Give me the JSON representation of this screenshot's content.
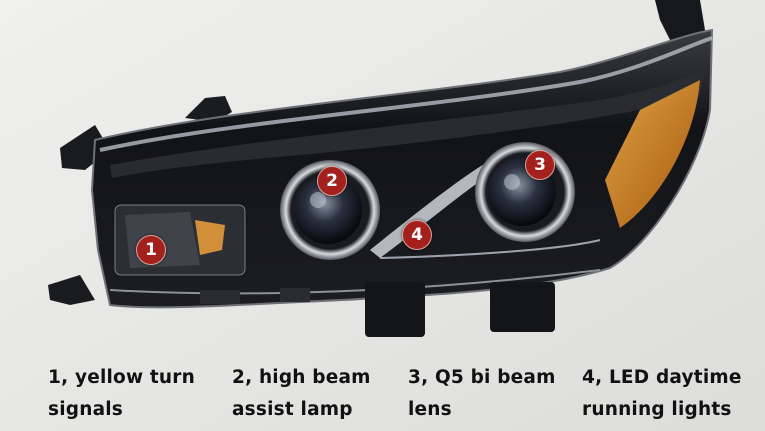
{
  "colors": {
    "background": "#e6e6e4",
    "marker_fill": "#a3201c",
    "caption_text": "#111111",
    "housing": "#0e0f12",
    "amber": "#d98a1a"
  },
  "markers": [
    {
      "label": "1"
    },
    {
      "label": "2"
    },
    {
      "label": "3"
    },
    {
      "label": "4"
    }
  ],
  "captions": [
    {
      "text": "1, yellow turn\nsignals"
    },
    {
      "text": "2, high beam\nassist lamp"
    },
    {
      "text": "3, Q5 bi beam\nlens"
    },
    {
      "text": "4, LED daytime\nrunning lights"
    }
  ]
}
